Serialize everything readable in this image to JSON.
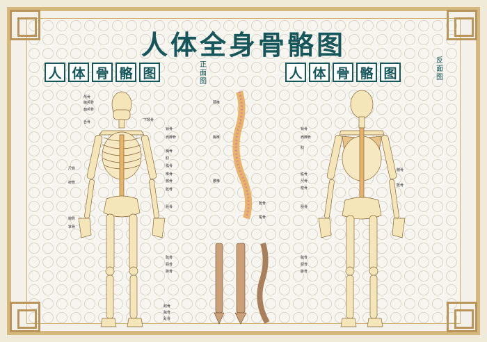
{
  "title": "人体全身骨骼图",
  "front_heading": [
    "人",
    "体",
    "骨",
    "骼",
    "图"
  ],
  "front_tag": [
    "正",
    "面",
    "图"
  ],
  "back_heading": [
    "人",
    "体",
    "骨",
    "骼",
    "图"
  ],
  "back_tag": [
    "反",
    "面",
    "图"
  ],
  "front_labels": {
    "skull_top": "颅骨",
    "cranium": "脑颅骨",
    "face": "面颅骨",
    "tongue": "舌骨",
    "mandible": "下颌骨",
    "clavicle": "锁骨",
    "scapula": "肩胛骨",
    "sternum": "胸骨",
    "rib": "肋",
    "humerus": "肱骨",
    "ulna": "尺骨",
    "radius": "桡骨",
    "vertebra": "椎骨",
    "ilium": "髂骨",
    "sacrum": "骶骨",
    "femur": "股骨",
    "patella": "髌骨",
    "tibia": "胫骨",
    "fibula": "腓骨",
    "tarsal": "跗骨",
    "metatarsal": "跖骨",
    "phalanx": "趾骨",
    "carpal": "腕骨",
    "hand": "掌骨"
  },
  "back_labels": {
    "clavicle": "锁骨",
    "scapula": "肩胛骨",
    "rib": "肋",
    "humerus": "肱骨",
    "ulna": "尺骨",
    "radius": "桡骨",
    "hip": "髋骨",
    "sacrum": "骶骨",
    "femur": "股骨",
    "patella": "髌骨",
    "tibia": "胫骨",
    "fibula": "腓骨"
  },
  "spine_labels": [
    "颈椎",
    "胸椎",
    "腰椎",
    "骶骨",
    "尾骨"
  ],
  "colors": {
    "title": "#14565a",
    "frame": "#d4b87e",
    "bone": "#f4e6b8",
    "spine": "#e8b36a",
    "pink": "#d98b8b"
  }
}
